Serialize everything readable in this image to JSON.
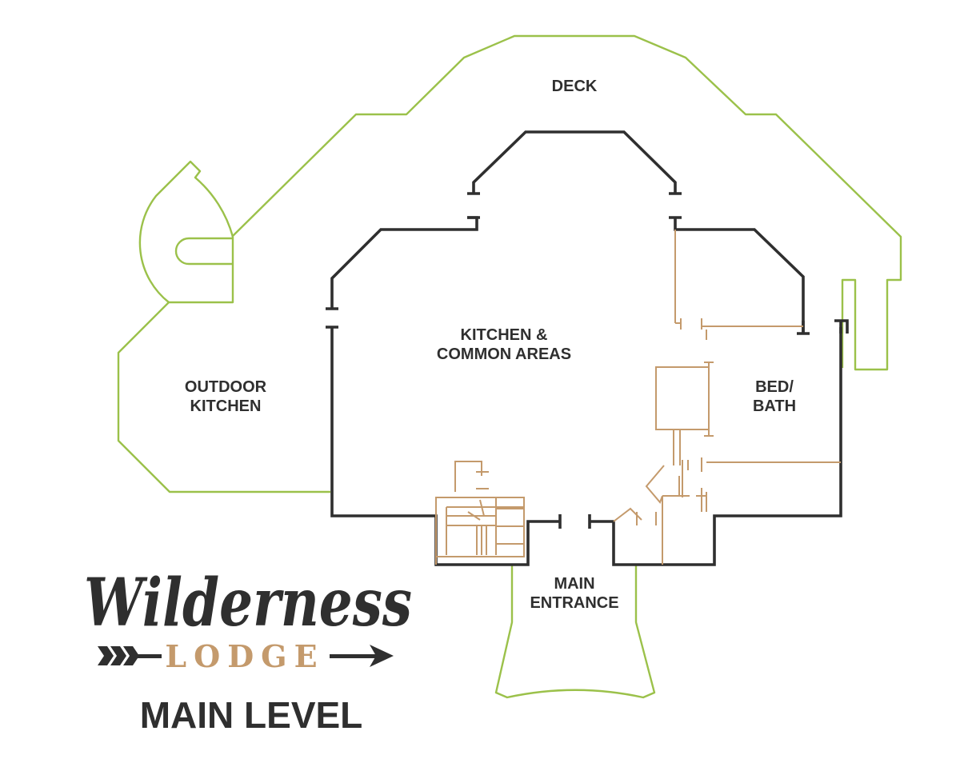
{
  "rooms": {
    "deck": "DECK",
    "kitchen_line1": "KITCHEN &",
    "kitchen_line2": "COMMON AREAS",
    "outdoor_line1": "OUTDOOR",
    "outdoor_line2": "KITCHEN",
    "bed_line1": "BED/",
    "bed_line2": "BATH",
    "entrance_line1": "MAIN",
    "entrance_line2": "ENTRANCE"
  },
  "brand": {
    "name": "Wilderness",
    "sub": "LODGE"
  },
  "level_title": "MAIN LEVEL",
  "colors": {
    "outdoor_outline": "#9bc14a",
    "wall": "#2f2f2f",
    "interior": "#c49a6c",
    "text": "#2f2f2f"
  }
}
